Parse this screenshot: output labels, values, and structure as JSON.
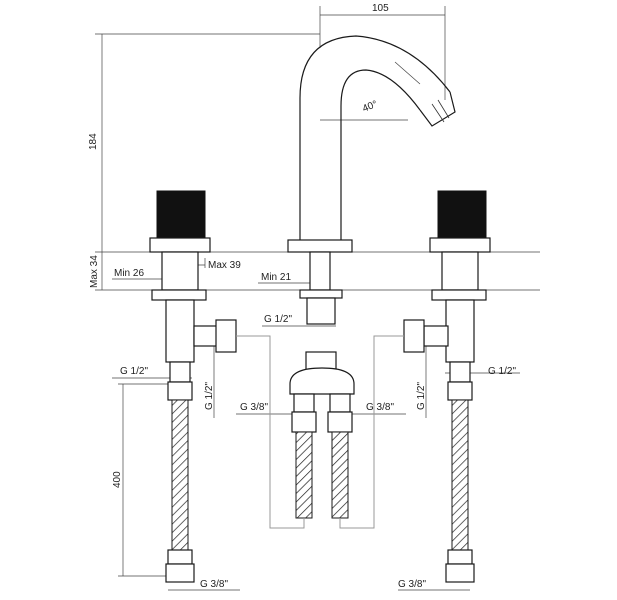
{
  "diagram": {
    "dimensions": {
      "spout_reach": "105",
      "total_height": "184",
      "spout_angle": "40°",
      "mount_thickness_max": "Max 34",
      "hole_max": "Max 39",
      "hole_min_handle": "Min 26",
      "hole_min_spout": "Min 21",
      "spout_thread": "G 1/2\"",
      "valve_outlet_left": "G 1/2\"",
      "valve_thread_left": "G 1/2\"",
      "valve_outlet_right": "G 1/2\"",
      "valve_thread_right": "G 1/2\"",
      "mixer_in_left": "G 3/8\"",
      "mixer_in_right": "G 3/8\"",
      "hose_length": "400",
      "hose_end_left": "G 3/8\"",
      "hose_end_right": "G 3/8\""
    },
    "colors": {
      "line": "#1a1a1a",
      "handle": "#111111",
      "connector": "#999999"
    }
  }
}
